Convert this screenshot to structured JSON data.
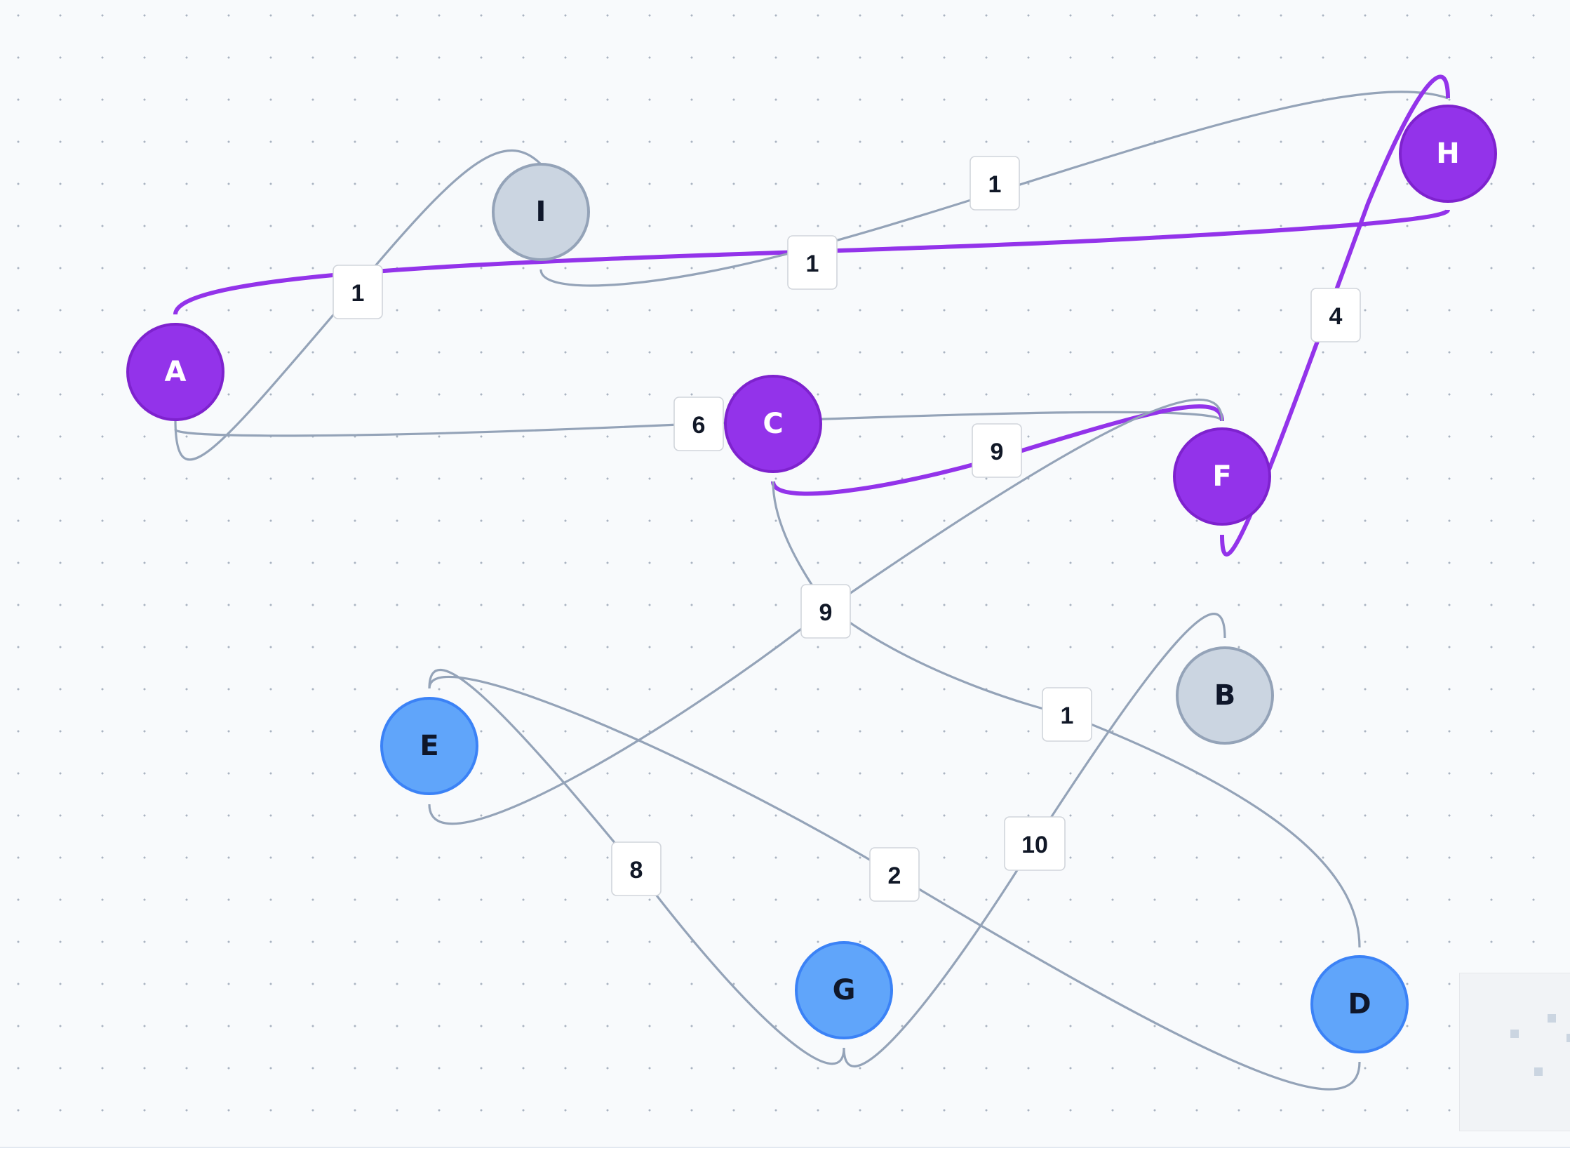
{
  "colors": {
    "background": "#f8fafc",
    "edge_default": "#94a3b8",
    "edge_highlight": "#9333ea",
    "node_purple": "#9333ea",
    "node_purple_border": "#7e22ce",
    "node_blue": "#60a5fa",
    "node_blue_border": "#3b82f6",
    "node_gray": "#cbd5e1",
    "node_gray_border": "#94a3b8"
  },
  "nodes": [
    {
      "id": "A",
      "label": "A",
      "style": "purple"
    },
    {
      "id": "B",
      "label": "B",
      "style": "gray"
    },
    {
      "id": "C",
      "label": "C",
      "style": "purple"
    },
    {
      "id": "D",
      "label": "D",
      "style": "blue"
    },
    {
      "id": "E",
      "label": "E",
      "style": "blue"
    },
    {
      "id": "F",
      "label": "F",
      "style": "purple"
    },
    {
      "id": "G",
      "label": "G",
      "style": "blue"
    },
    {
      "id": "H",
      "label": "H",
      "style": "purple"
    },
    {
      "id": "I",
      "label": "I",
      "style": "gray"
    }
  ],
  "edges": [
    {
      "id": "e-A-I",
      "source": "A",
      "target": "I",
      "weight": "1",
      "highlighted": false
    },
    {
      "id": "e-A-H",
      "source": "A",
      "target": "H",
      "weight": "1",
      "highlighted": true
    },
    {
      "id": "e-I-H",
      "source": "I",
      "target": "H",
      "weight": "1",
      "highlighted": false
    },
    {
      "id": "e-A-F",
      "source": "A",
      "target": "F",
      "weight": "6",
      "highlighted": false
    },
    {
      "id": "e-C-F",
      "source": "C",
      "target": "F",
      "weight": "9",
      "highlighted": true
    },
    {
      "id": "e-H-F",
      "source": "H",
      "target": "F",
      "weight": "4",
      "highlighted": true
    },
    {
      "id": "e-C-D",
      "source": "C",
      "target": "D",
      "weight": "1",
      "highlighted": false
    },
    {
      "id": "e-E-F",
      "source": "E",
      "target": "F",
      "weight": "9",
      "highlighted": false
    },
    {
      "id": "e-E-G",
      "source": "E",
      "target": "G",
      "weight": "8",
      "highlighted": false
    },
    {
      "id": "e-E-D",
      "source": "E",
      "target": "D",
      "weight": "2",
      "highlighted": false
    },
    {
      "id": "e-G-B",
      "source": "G",
      "target": "B",
      "weight": "10",
      "highlighted": false
    }
  ]
}
